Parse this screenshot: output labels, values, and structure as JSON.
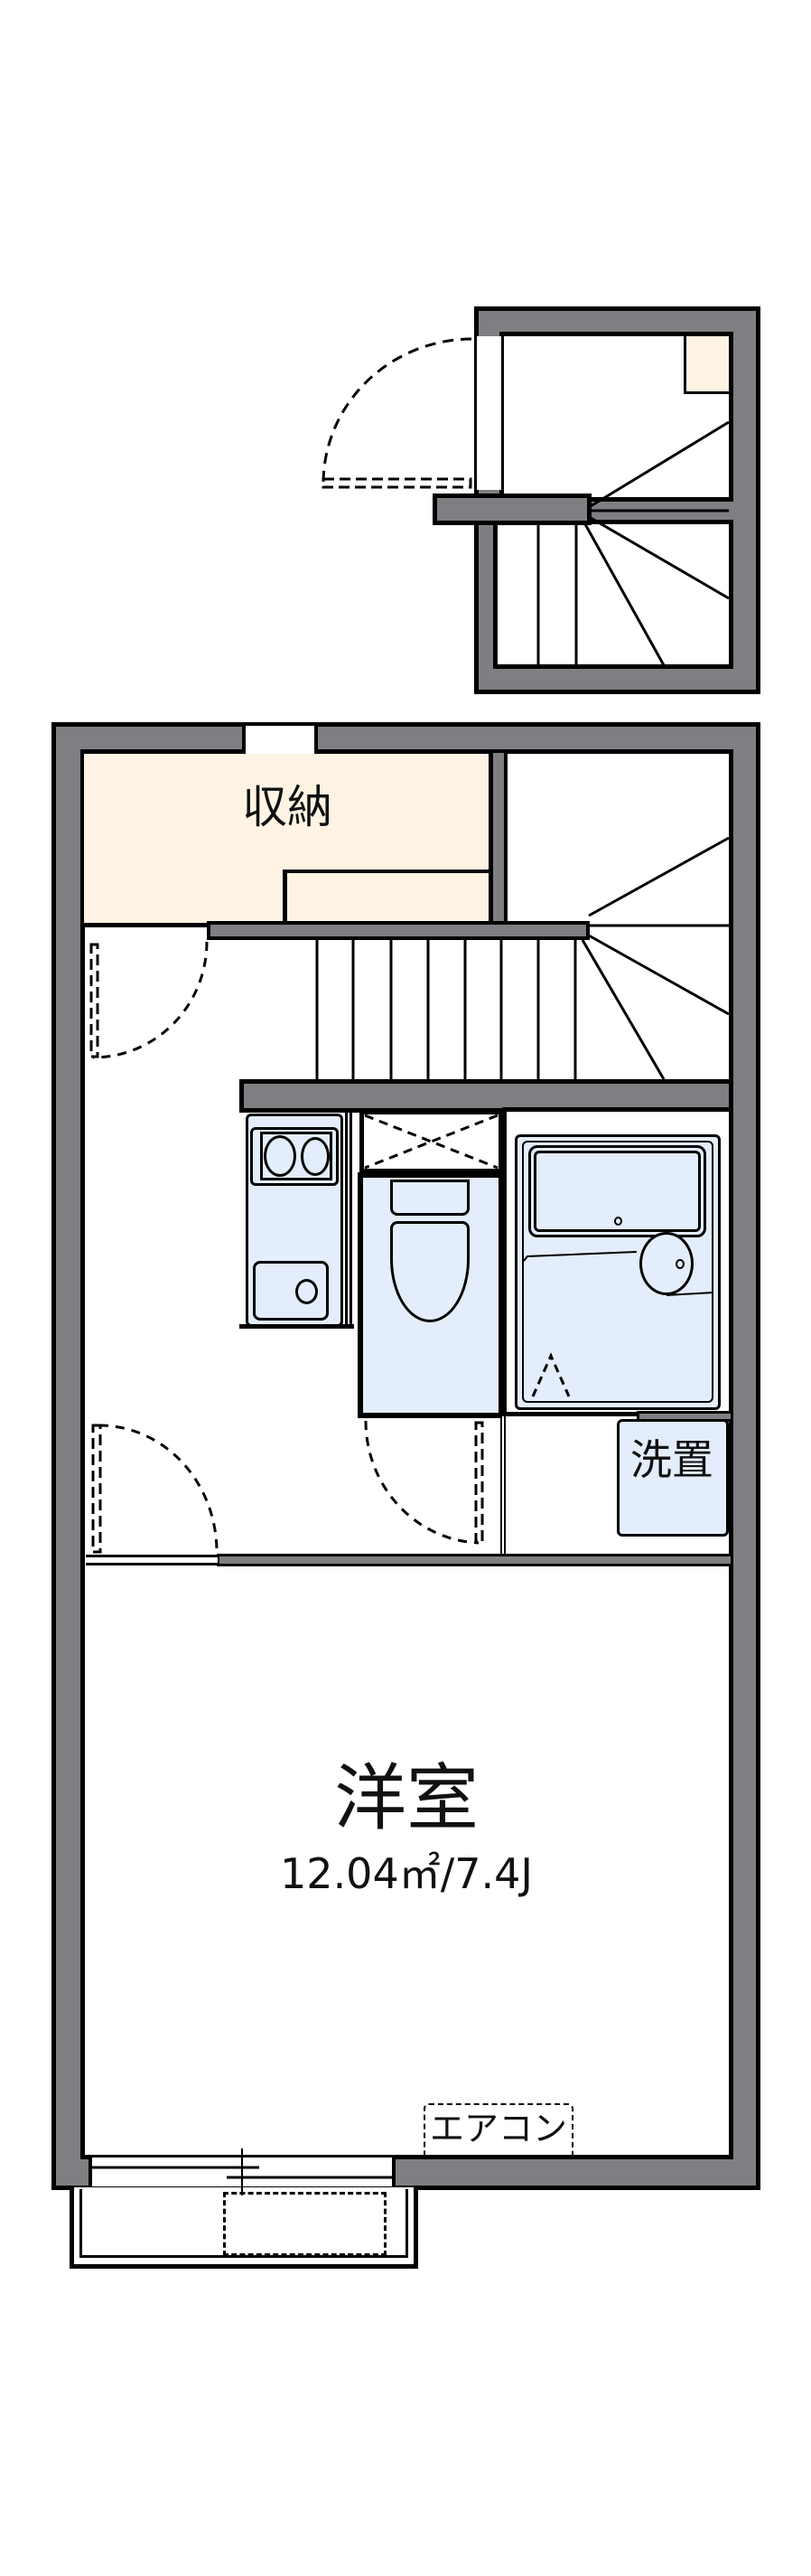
{
  "floorplan": {
    "colors": {
      "wall": "#7f7f83",
      "storage": "#fff4e3",
      "wet_area": "#e3edfb",
      "line": "#000000"
    },
    "rooms": {
      "storage": {
        "label": "収納"
      },
      "washer": {
        "label": "洗置"
      },
      "western_room": {
        "label": "洋室",
        "area": "12.04㎡/7.4J"
      },
      "air_conditioner": {
        "label": "エアコン"
      }
    }
  }
}
